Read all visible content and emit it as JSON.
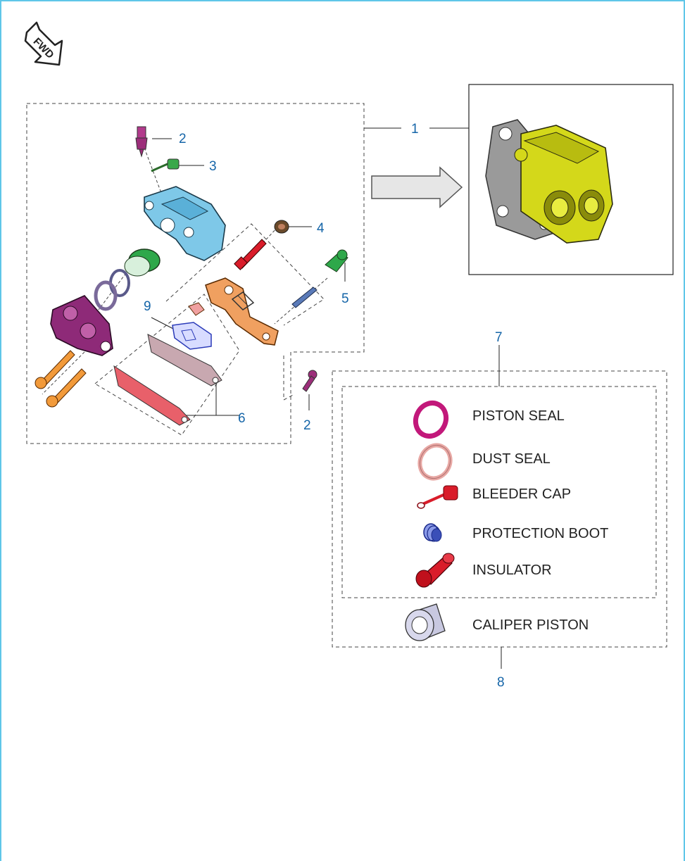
{
  "fwd_badge": {
    "label": "FWD"
  },
  "callouts": {
    "assembly": "1",
    "bleeder_top": "2",
    "bleeder_cap": "3",
    "protection_boot": "4",
    "pin_boot": "5",
    "pads": "6",
    "seal_kit": "7",
    "piston_kit": "8",
    "spring": "9",
    "bolt_lower": "2"
  },
  "legend": {
    "items": [
      {
        "label": "PISTON SEAL",
        "icon": "piston-seal-icon",
        "color": "#c2187a"
      },
      {
        "label": "DUST SEAL",
        "icon": "dust-seal-icon",
        "color": "#e8a8a4"
      },
      {
        "label": "BLEEDER CAP",
        "icon": "bleeder-cap-icon",
        "color": "#d91c2a"
      },
      {
        "label": "PROTECTION BOOT",
        "icon": "protection-boot-icon",
        "color": "#3a4fb8"
      },
      {
        "label": "INSULATOR",
        "icon": "insulator-icon",
        "color": "#d91c2a"
      },
      {
        "label": "CALIPER PISTON",
        "icon": "caliper-piston-icon",
        "color": "#b8b8d8"
      }
    ]
  },
  "colors": {
    "frame": "#5fc6e8",
    "callout": "#1565a8",
    "caliper_body": "#7ec8e8",
    "bracket": "#f0a060",
    "pad_backing": "#8e2a78",
    "piston": "#2ea84a",
    "assembled_caliper": "#d4d81a"
  }
}
